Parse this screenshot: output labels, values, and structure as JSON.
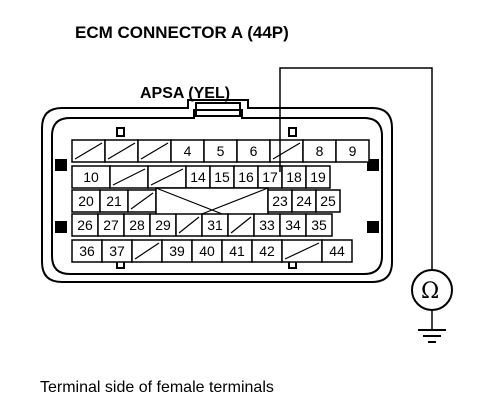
{
  "title": "ECM CONNECTOR A (44P)",
  "wire_label": "APSA (YEL)",
  "footer": "Terminal side of female terminals",
  "meter_symbol": "Ω",
  "colors": {
    "ink": "#000000",
    "paper": "#ffffff"
  },
  "rows": [
    [
      "",
      "",
      "",
      "4",
      "5",
      "6",
      "",
      "8",
      "9"
    ],
    [
      "10",
      "",
      "",
      "14",
      "15",
      "16",
      "17",
      "18",
      "19"
    ],
    [
      "20",
      "21",
      "",
      "23",
      "24",
      "25"
    ],
    [
      "26",
      "27",
      "28",
      "29",
      "",
      "31",
      "",
      "33",
      "34",
      "35"
    ],
    [
      "36",
      "37",
      "",
      "39",
      "40",
      "41",
      "42",
      "",
      "44"
    ]
  ],
  "probe_terminal": "17"
}
